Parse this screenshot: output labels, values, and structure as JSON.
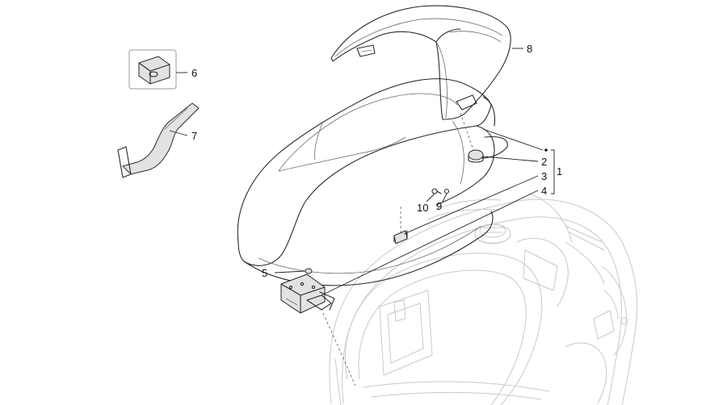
{
  "callouts": {
    "c1": "1",
    "c2": "2",
    "c3": "3",
    "c4": "4",
    "c5": "5",
    "c6": "6",
    "c7": "7",
    "c8": "8",
    "c9": "9",
    "c10": "10"
  },
  "colors": {
    "line": "#2a2a2a",
    "faint_line": "#c9c9c9",
    "background": "#ffffff"
  }
}
